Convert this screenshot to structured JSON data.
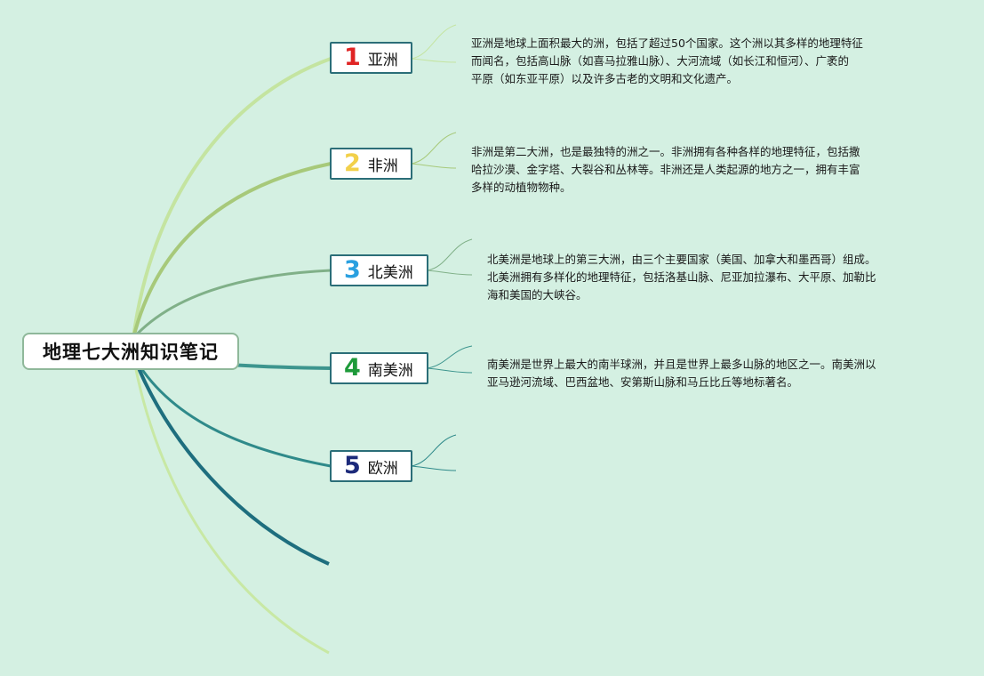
{
  "title": "地理七大洲知识笔记",
  "branches": [
    {
      "number": "1",
      "label": "亚洲",
      "number_color": "#e02424",
      "line_color": "#c4e4a0",
      "lines": [
        "亚洲是地球上面积最大的洲，包括了超过50个国家。这个洲以其多样的地理特征",
        "而闻名，包括高山脉（如喜马拉雅山脉）、大河流域（如长江和恒河）、广袤的",
        "平原（如东亚平原）以及许多古老的文明和文化遗产。"
      ]
    },
    {
      "number": "2",
      "label": "非洲",
      "number_color": "#f2d04a",
      "line_color": "#a7c97a",
      "lines": [
        "非洲是第二大洲，也是最独特的洲之一。非洲拥有各种各样的地理特征，包括撒",
        "哈拉沙漠、金字塔、大裂谷和丛林等。非洲还是人类起源的地方之一，拥有丰富",
        "多样的动植物物种。"
      ]
    },
    {
      "number": "3",
      "label": "北美洲",
      "number_color": "#2aa0e0",
      "line_color": "#80b088",
      "lines": [
        "北美洲是地球上的第三大洲，由三个主要国家（美国、加拿大和墨西哥）组成。",
        "北美洲拥有多样化的地理特征，包括洛基山脉、尼亚加拉瀑布、大平原、加勒比",
        "海和美国的大峡谷。"
      ]
    },
    {
      "number": "4",
      "label": "南美洲",
      "number_color": "#1e9a3a",
      "line_color": "#3d958e",
      "lines": [
        "南美洲是世界上最大的南半球洲，并且是世界上最多山脉的地区之一。南美洲以",
        "亚马逊河流域、巴西盆地、安第斯山脉和马丘比丘等地标著名。"
      ]
    },
    {
      "number": "5",
      "label": "欧洲",
      "number_color": "#1c2a7a",
      "line_color": "#2f8a8a",
      "lines": []
    }
  ],
  "extra_line_colors": [
    "#1e6e7e",
    "#c8e8a4"
  ]
}
